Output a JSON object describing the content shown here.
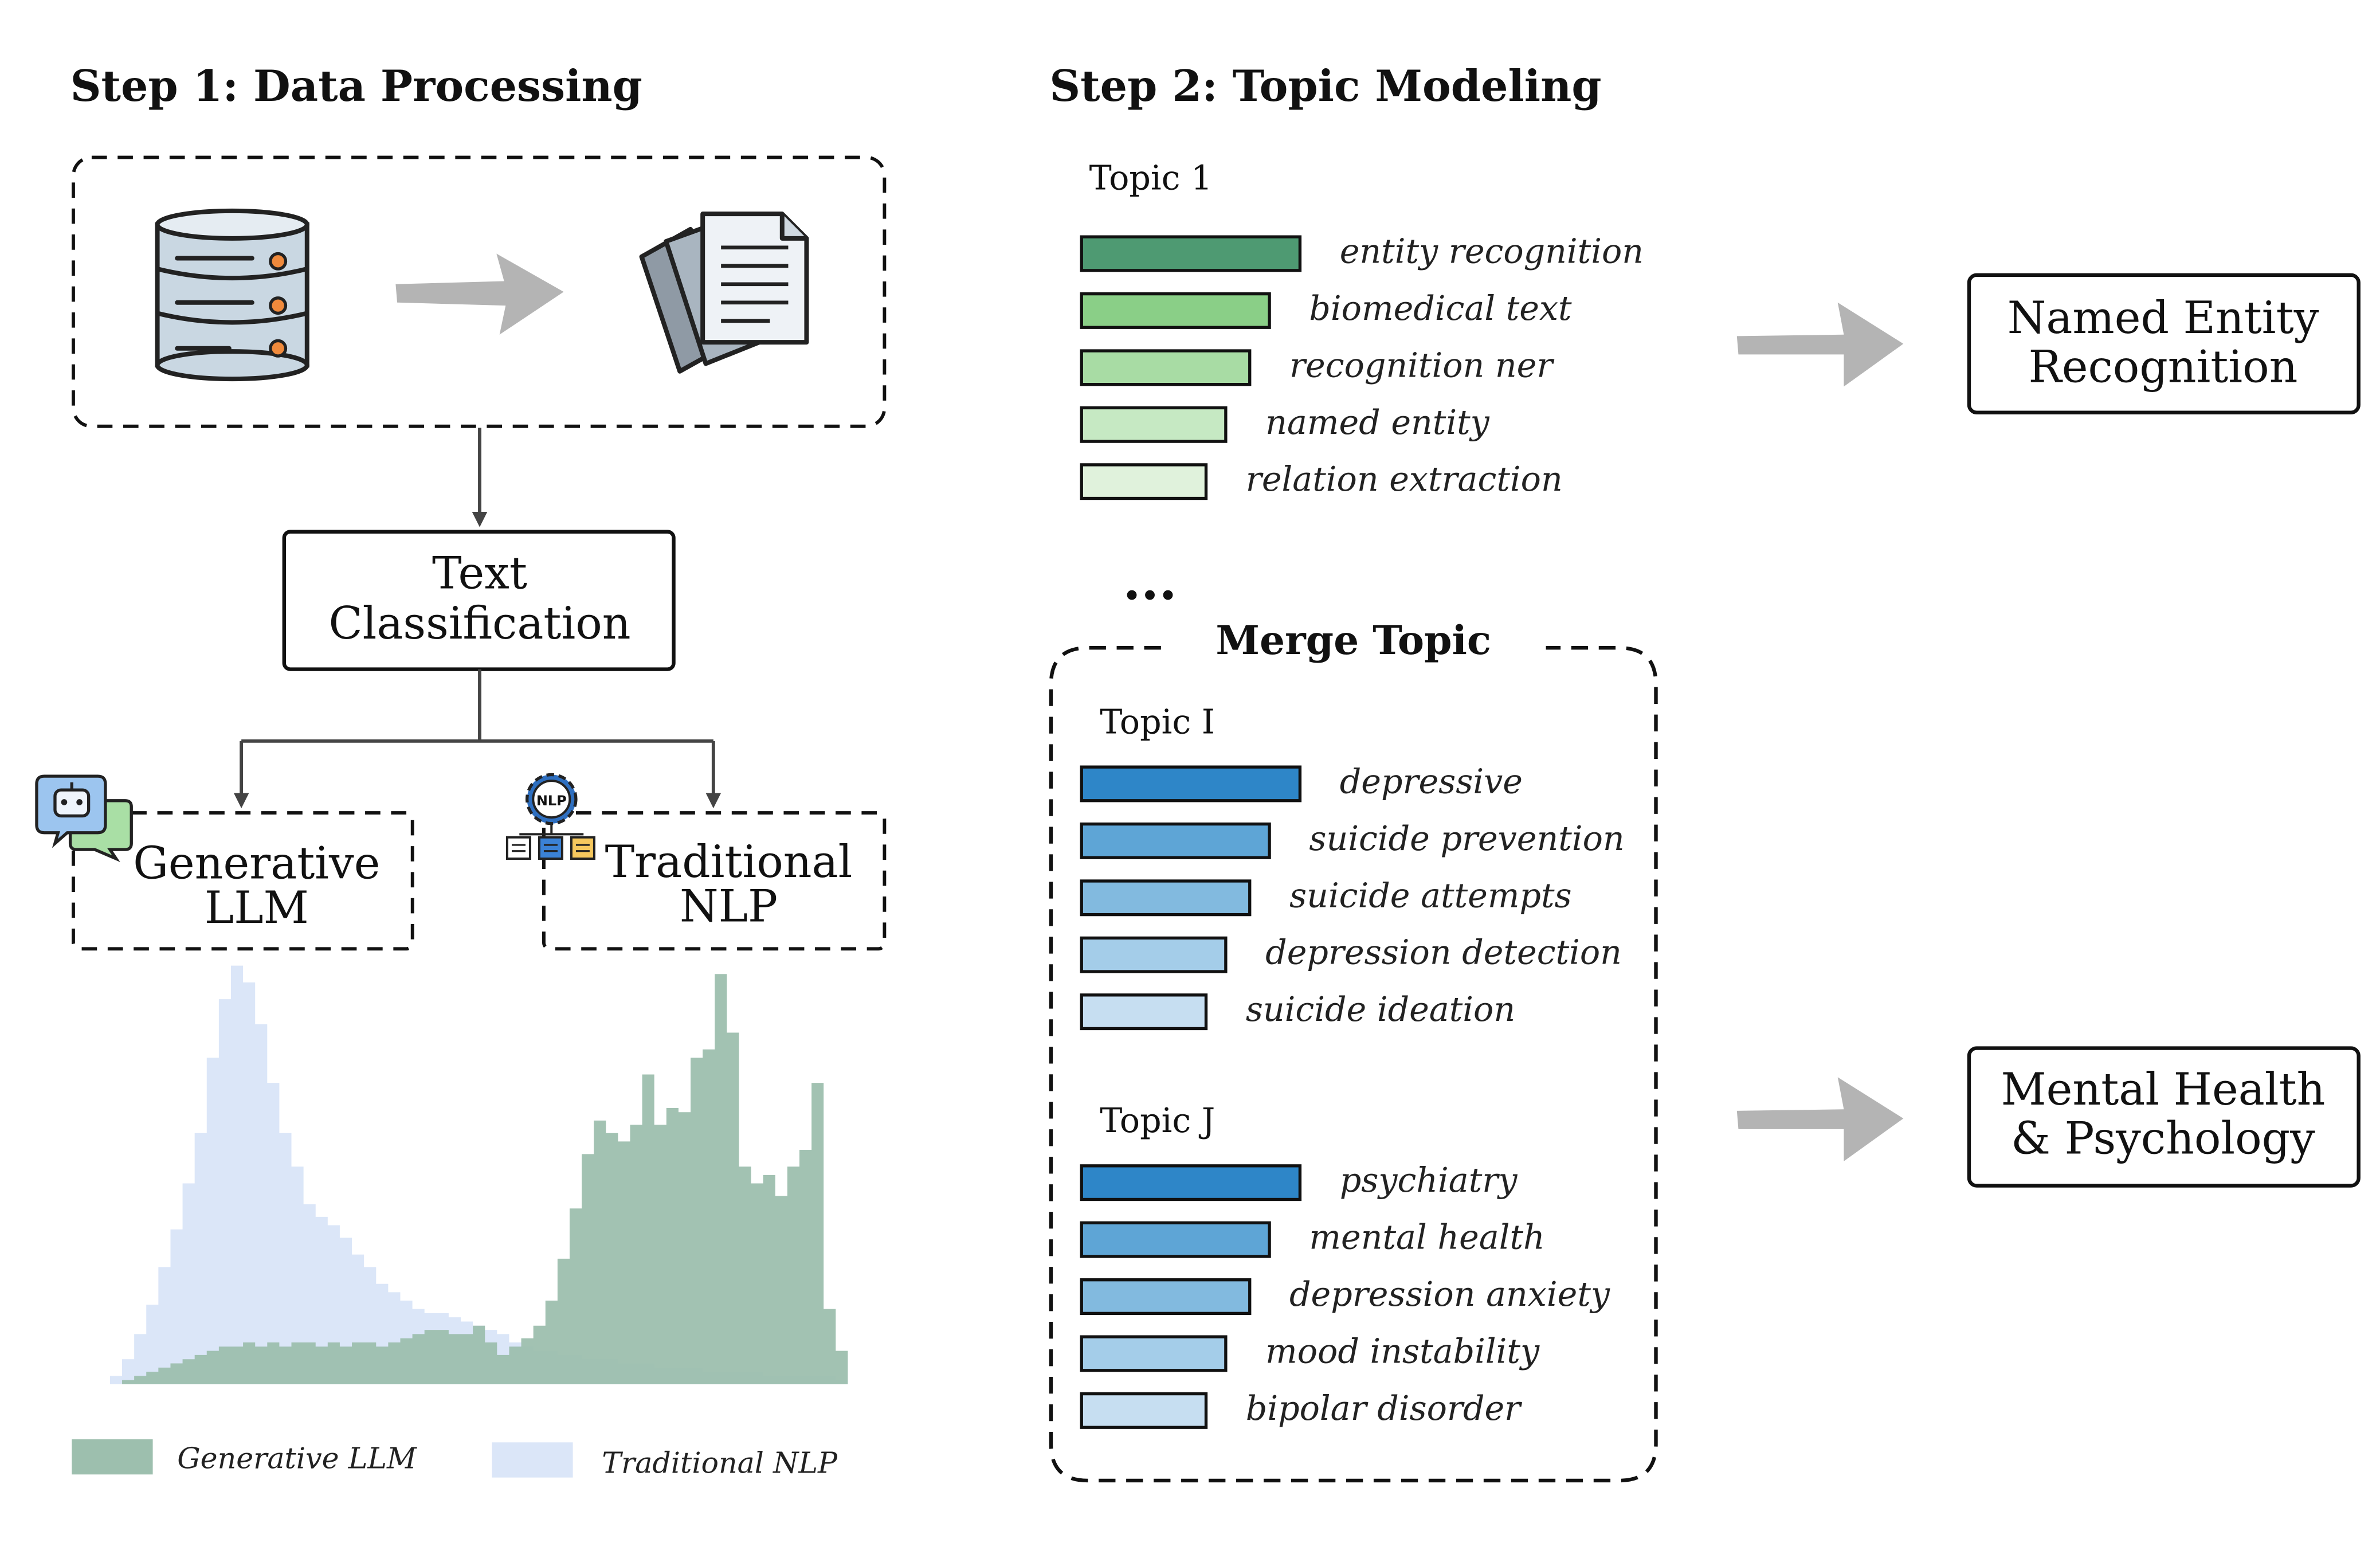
{
  "colors": {
    "generative_llm": "#9dbfae",
    "traditional_nlp": "#dbe6f8",
    "green_bars": [
      "#4e9a72",
      "#8acf87",
      "#a8dca4",
      "#c6e9c3",
      "#e0f2dc"
    ],
    "blue_bars": [
      "#2e86c8",
      "#5ea5d6",
      "#82badf",
      "#a4cde9",
      "#c6def1"
    ],
    "arrow_gray": "#b4b4b4"
  },
  "step1": {
    "title": "Step 1: Data Processing",
    "icons": [
      "database-icon",
      "arrow-right-icon",
      "documents-icon"
    ],
    "classification_box": {
      "line1": "Text",
      "line2": "Classification"
    },
    "generative_box": {
      "line1": "Generative",
      "line2": "LLM",
      "icon": "chatbot-icon"
    },
    "traditional_box": {
      "line1": "Traditional",
      "line2": "NLP",
      "icon": "nlp-gear-icon",
      "icon_text": "NLP"
    },
    "legend": {
      "generative": "Generative LLM",
      "traditional": "Traditional NLP"
    }
  },
  "chart_data": {
    "type": "area",
    "x": [
      0,
      1,
      2,
      3,
      4,
      5,
      6,
      7,
      8,
      9,
      10,
      11,
      12,
      13,
      14,
      15,
      16,
      17,
      18,
      19,
      20,
      21,
      22,
      23,
      24,
      25,
      26,
      27,
      28,
      29,
      30,
      31,
      32,
      33,
      34,
      35,
      36,
      37,
      38,
      39,
      40,
      41,
      42,
      43,
      44,
      45,
      46,
      47,
      48,
      49,
      50,
      51,
      52,
      53,
      54,
      55,
      56,
      57,
      58,
      59,
      60
    ],
    "series": [
      {
        "name": "Traditional NLP",
        "values": [
          0.02,
          0.06,
          0.12,
          0.19,
          0.28,
          0.37,
          0.48,
          0.6,
          0.78,
          0.92,
          1.0,
          0.96,
          0.86,
          0.72,
          0.6,
          0.52,
          0.43,
          0.4,
          0.38,
          0.35,
          0.31,
          0.28,
          0.24,
          0.22,
          0.2,
          0.18,
          0.17,
          0.17,
          0.16,
          0.15,
          0.14,
          0.13,
          0.12,
          0.1,
          0.09,
          0.08,
          0.08,
          0.07,
          0.07,
          0.06,
          0.06,
          0.06,
          0.05,
          0.05,
          0.05,
          0.04,
          0.04,
          0.04,
          0.04,
          0.03,
          0.03,
          0.03,
          0.03,
          0.03,
          0.02,
          0.02,
          0.02,
          0.02,
          0.02,
          0.02,
          0.01
        ]
      },
      {
        "name": "Generative LLM",
        "values": [
          0.0,
          0.01,
          0.02,
          0.03,
          0.04,
          0.05,
          0.06,
          0.07,
          0.08,
          0.09,
          0.09,
          0.1,
          0.09,
          0.1,
          0.09,
          0.1,
          0.1,
          0.09,
          0.1,
          0.09,
          0.1,
          0.1,
          0.09,
          0.1,
          0.11,
          0.12,
          0.13,
          0.13,
          0.12,
          0.12,
          0.14,
          0.1,
          0.07,
          0.09,
          0.11,
          0.14,
          0.2,
          0.3,
          0.42,
          0.55,
          0.63,
          0.6,
          0.58,
          0.62,
          0.74,
          0.62,
          0.66,
          0.65,
          0.78,
          0.8,
          0.98,
          0.84,
          0.52,
          0.48,
          0.5,
          0.45,
          0.52,
          0.56,
          0.72,
          0.18,
          0.08
        ]
      }
    ],
    "ylim": [
      0,
      1
    ]
  },
  "step2": {
    "title": "Step 2: Topic Modeling",
    "topic1": {
      "label": "Topic 1",
      "words": [
        "entity recognition",
        "biomedical text",
        "recognition ner",
        "named entity",
        "relation extraction"
      ],
      "weights": [
        1.0,
        0.86,
        0.77,
        0.66,
        0.57
      ]
    },
    "ellipsis": "...",
    "merge_title": "Merge Topic",
    "topicI": {
      "label": "Topic I",
      "words": [
        "depressive",
        "suicide prevention",
        "suicide attempts",
        "depression detection",
        "suicide ideation"
      ],
      "weights": [
        1.0,
        0.86,
        0.77,
        0.66,
        0.57
      ]
    },
    "topicJ": {
      "label": "Topic J",
      "words": [
        "psychiatry",
        "mental health",
        "depression anxiety",
        "mood instability",
        "bipolar disorder"
      ],
      "weights": [
        1.0,
        0.86,
        0.77,
        0.66,
        0.57
      ]
    },
    "outcome1": {
      "line1": "Named Entity",
      "line2": "Recognition"
    },
    "outcome2": {
      "line1": "Mental Health",
      "line2": "& Psychology"
    }
  }
}
